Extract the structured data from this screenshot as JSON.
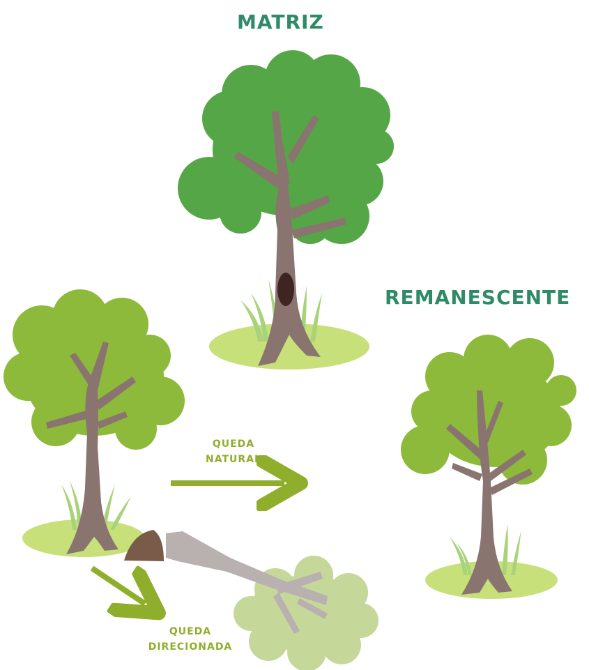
{
  "labels": {
    "matriz": "MATRIZ",
    "remanescente": "REMANESCENTE",
    "queda_natural_line1": "QUEDA",
    "queda_natural_line2": "NATURAL",
    "queda_direcionada_line1": "QUEDA",
    "queda_direcionada_line2": "DIRECIONADA"
  },
  "colors": {
    "title_teal": "#2f8a68",
    "matriz_foliage": "#55a646",
    "light_foliage": "#8dba3a",
    "faded_foliage": "#c6d79a",
    "trunk": "#8a7470",
    "felled_trunk": "#b9b0b0",
    "stump": "#7a5a48",
    "ground": "#c7e07a",
    "grass": "#a9d37a",
    "arrow": "#8fae2c",
    "hollow": "#3e2522"
  },
  "icons": [
    "tree-icon",
    "felled-tree-icon",
    "stump-icon",
    "arrow-right-icon",
    "arrow-diagonal-icon"
  ]
}
